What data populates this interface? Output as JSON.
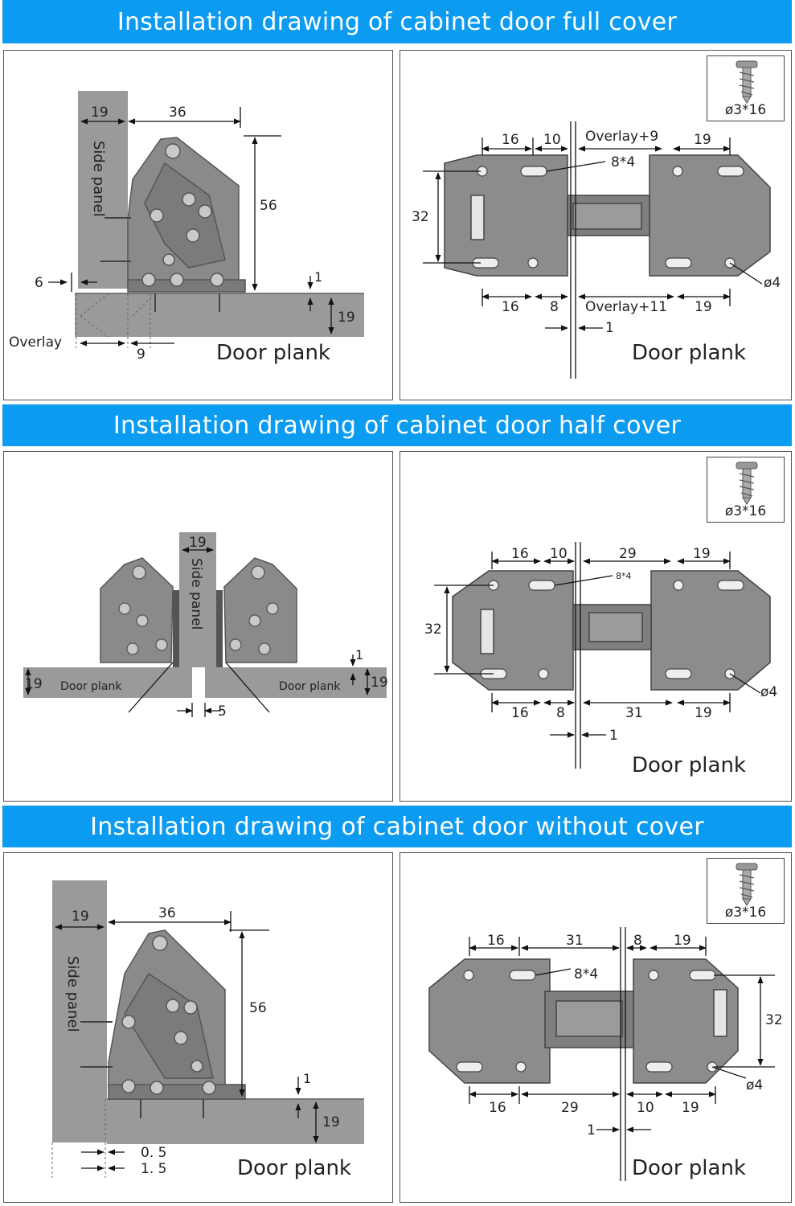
{
  "sections": [
    {
      "title": "Installation drawing of cabinet door full cover"
    },
    {
      "title": "Installation drawing of cabinet door half cover"
    },
    {
      "title": "Installation drawing of cabinet door without cover"
    }
  ],
  "labels": {
    "side_panel": "Side panel",
    "door_plank": "Door plank",
    "overlay": "Overlay",
    "screw": "ø3*16"
  },
  "full_cover": {
    "side": {
      "d19": "19",
      "d36": "36",
      "d56": "56",
      "d6": "6",
      "d1": "1",
      "d19b": "19",
      "d9": "9"
    },
    "plate": {
      "t16": "16",
      "t10": "10",
      "tOv": "Overlay+9",
      "t19": "19",
      "slot": "8*4",
      "h32": "32",
      "b16": "16",
      "b8": "8",
      "bOv": "Overlay+11",
      "b19": "19",
      "hole": "ø4",
      "gap": "1"
    }
  },
  "half_cover": {
    "side": {
      "d19": "19",
      "d1": "1",
      "d19l": "19",
      "d19r": "19",
      "d5": "5"
    },
    "plate": {
      "t16": "16",
      "t10": "10",
      "t29": "29",
      "t19": "19",
      "slot": "8*4",
      "h32": "32",
      "b16": "16",
      "b8": "8",
      "b31": "31",
      "b19": "19",
      "hole": "ø4",
      "gap": "1"
    }
  },
  "no_cover": {
    "side": {
      "d19": "19",
      "d36": "36",
      "d56": "56",
      "d1": "1",
      "d19b": "19",
      "d05": "0. 5",
      "d15": "1. 5"
    },
    "plate": {
      "t16": "16",
      "t31": "31",
      "t8": "8",
      "t19": "19",
      "slot": "8*4",
      "h32": "32",
      "b16": "16",
      "b29": "29",
      "b10": "10",
      "b19": "19",
      "hole": "ø4",
      "gap": "1"
    }
  },
  "colors": {
    "banner": "#0b9bf0",
    "metal": "#8f8f8f",
    "wood": "#9a9a9a",
    "line": "#111111"
  }
}
